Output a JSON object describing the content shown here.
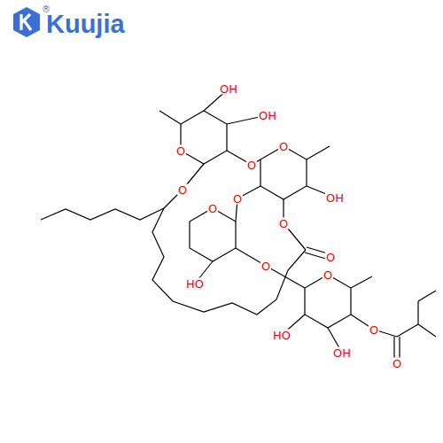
{
  "diagram": {
    "labels": [
      "Kuujia",
      "®",
      "OH",
      "OH",
      "O",
      "O",
      "O",
      "O",
      "OH",
      "O",
      "O",
      "O",
      "O",
      "HO",
      "O",
      "HO",
      "OH",
      "O",
      "O",
      "O"
    ]
  }
}
